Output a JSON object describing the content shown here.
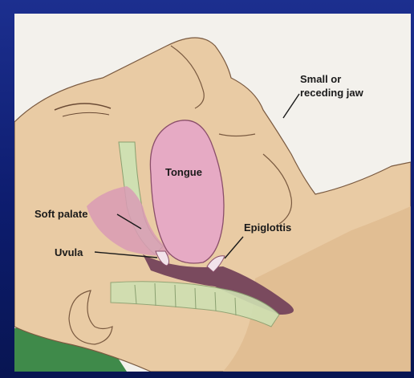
{
  "labels": {
    "jaw_line1": "Small or",
    "jaw_line2": "receding jaw",
    "tongue": "Tongue",
    "soft_palate": "Soft palate",
    "epiglottis": "Epiglottis",
    "uvula": "Uvula"
  },
  "colors": {
    "slide_background": "#142784",
    "skin": "#e8c9a0",
    "tongue": "#e6aac4",
    "airway": "#7a4a5e",
    "pillow": "#3f8a4a"
  }
}
